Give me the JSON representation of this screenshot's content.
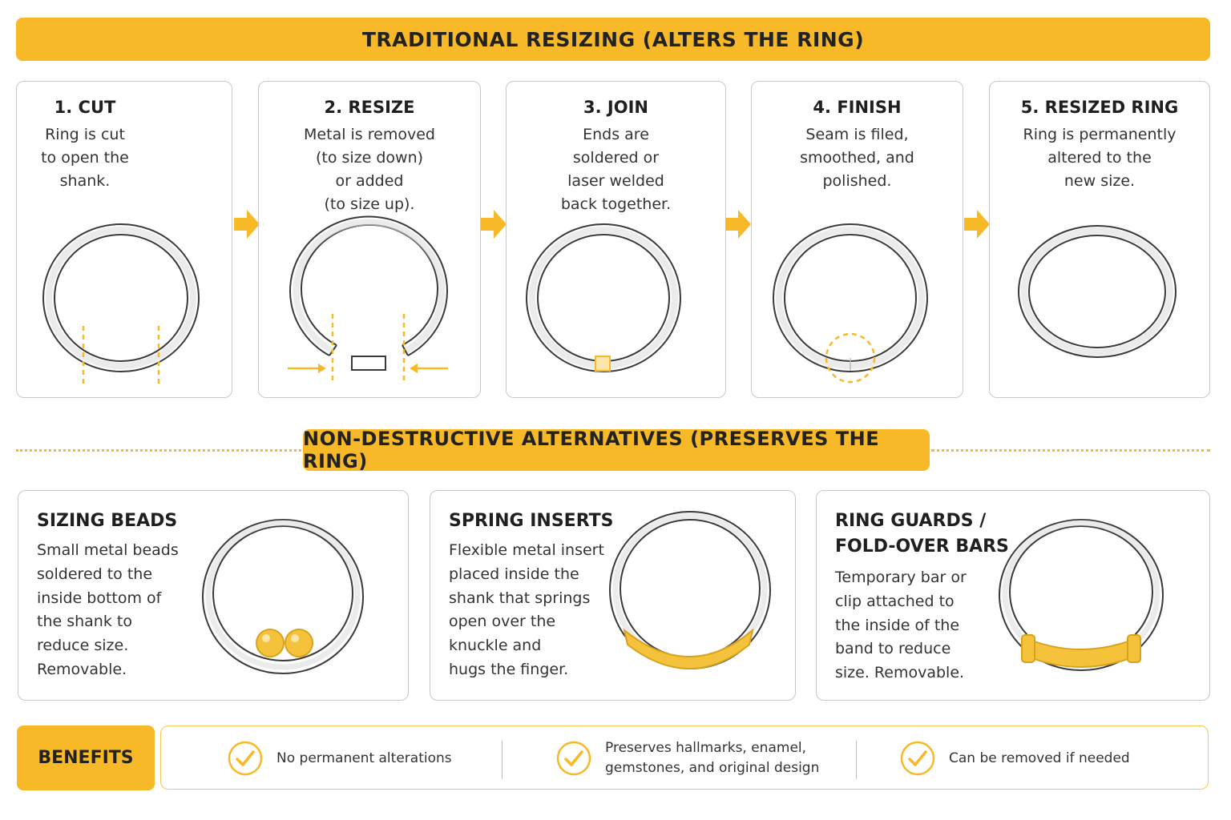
{
  "banner_top": "TRADITIONAL RESIZING (ALTERS THE RING)",
  "banner_mid": "NON-DESTRUCTIVE ALTERNATIVES (PRESERVES THE RING)",
  "steps": [
    {
      "title": "1. CUT",
      "desc": [
        "Ring is cut",
        "to open the",
        "shank."
      ]
    },
    {
      "title": "2. RESIZE",
      "desc": [
        "Metal is removed",
        "(to size down)",
        "or added",
        "(to size up)."
      ]
    },
    {
      "title": "3. JOIN",
      "desc": [
        "Ends are",
        "soldered or",
        "laser welded",
        "back together."
      ]
    },
    {
      "title": "4. FINISH",
      "desc": [
        "Seam is filed,",
        "smoothed, and",
        "polished."
      ]
    },
    {
      "title": "5. RESIZED RING",
      "desc": [
        "Ring is permanently",
        "altered to the",
        "new size."
      ]
    }
  ],
  "alternatives": [
    {
      "title": [
        "SIZING BEADS"
      ],
      "desc": [
        "Small metal beads",
        "soldered to the",
        "inside bottom of",
        "the shank to",
        "reduce size.",
        "Removable."
      ]
    },
    {
      "title": [
        "SPRING INSERTS"
      ],
      "desc": [
        "Flexible metal insert",
        "placed inside the",
        "shank that springs",
        "open over the",
        "knuckle and",
        "hugs the finger."
      ]
    },
    {
      "title": [
        "RING GUARDS /",
        "FOLD-OVER BARS"
      ],
      "desc": [
        "Temporary bar or",
        "clip attached to",
        "the inside of the",
        "band to reduce",
        "size. Removable."
      ]
    }
  ],
  "benefits": {
    "label": "BENEFITS",
    "items": [
      {
        "text": [
          "No permanent alterations"
        ]
      },
      {
        "text": [
          "Preserves hallmarks, enamel,",
          "gemstones, and original design"
        ]
      },
      {
        "text": [
          "Can be removed if needed"
        ]
      }
    ]
  },
  "icons": {
    "arrow": "right-arrow-icon",
    "check": "check-circle-icon",
    "ring": "ring-icon"
  },
  "colors": {
    "accent": "#f7b928",
    "gold": "#f5c33b",
    "ring_stroke": "#3a3a3a"
  }
}
